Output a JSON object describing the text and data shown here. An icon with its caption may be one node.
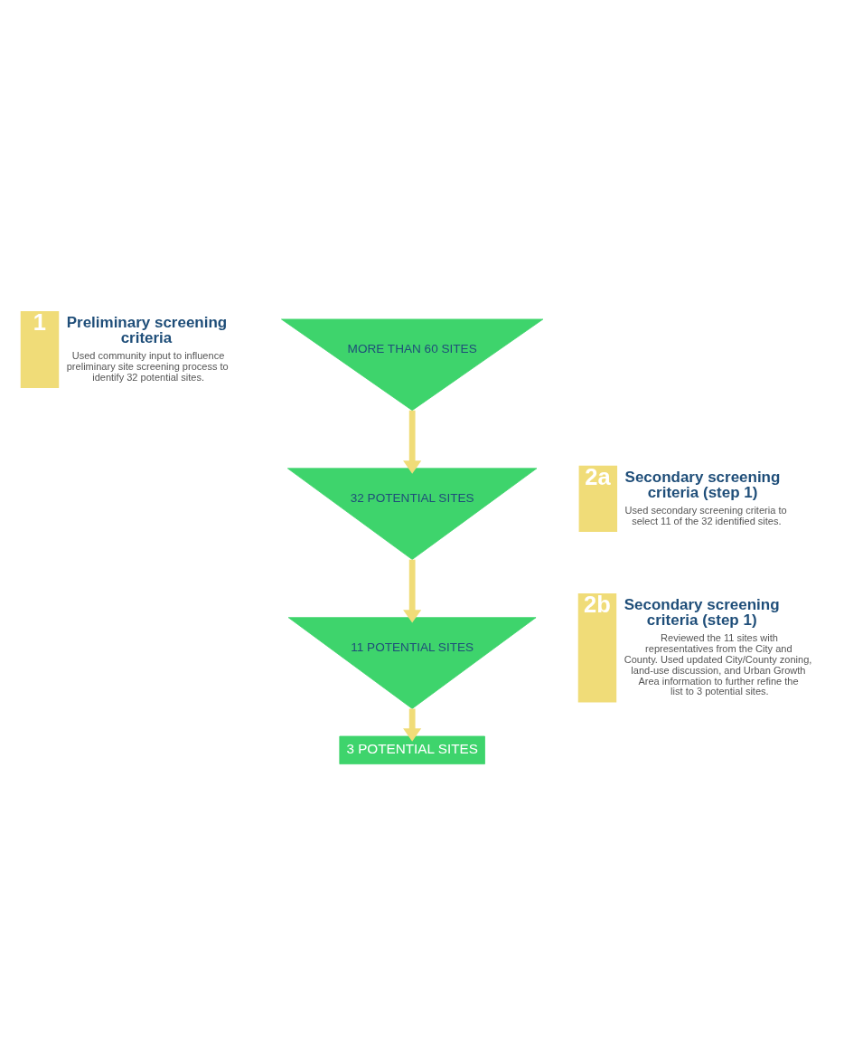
{
  "diagram": {
    "nodes": [
      {
        "text": [
          "1",
          "Preliminary screening criteria",
          "Used community input to influence preliminary site screening process to identify 32 potential sites."
        ]
      },
      {
        "text": [
          "MORE THAN 60 SITES"
        ]
      },
      {
        "text": [
          "2a",
          "Secondary screening criteria (step 1)",
          "Used secondary screening criteria to select 11 of the 32 identified sites."
        ]
      },
      {
        "text": [
          "32 POTENTIAL SITES"
        ]
      },
      {
        "text": [
          "2b",
          "Secondary screening criteria (step 1)",
          "Reviewed the 11 sites with representatives from the City and County. Used updated City/County zoning, land-use discussion, and Urban Growth Area information to further refine the list to 3 potential sites."
        ]
      },
      {
        "text": [
          "11 POTENTIAL SITES"
        ]
      },
      {
        "text": [
          "3 POTENTIAL SITES"
        ]
      }
    ],
    "edges": [
      {
        "from": 1,
        "to": 3,
        "arrow": "to"
      },
      {
        "from": 3,
        "to": 5,
        "arrow": "to"
      },
      {
        "from": 5,
        "to": 6,
        "arrow": "to"
      }
    ]
  }
}
